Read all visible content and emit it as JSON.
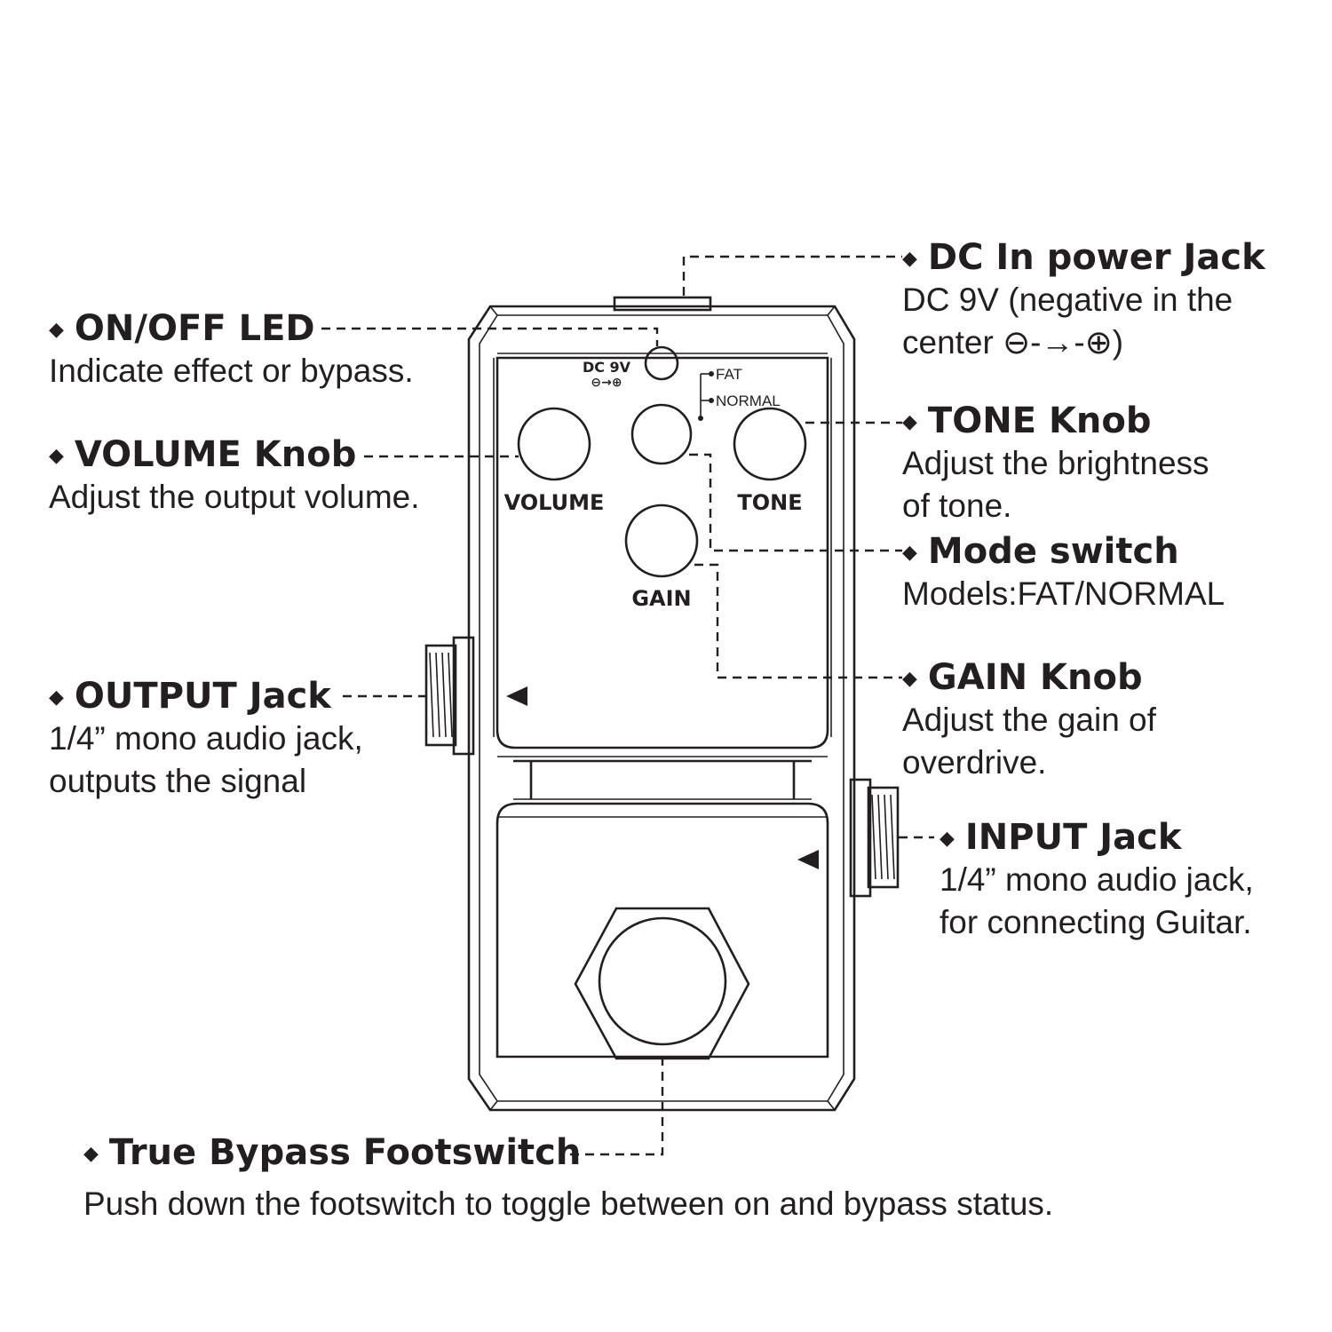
{
  "panel": {
    "dc_label": "DC 9V",
    "dc_polarity": "⊖→⊕",
    "fat_label": "FAT",
    "normal_label": "NORMAL",
    "volume_label": "VOLUME",
    "tone_label": "TONE",
    "gain_label": "GAIN"
  },
  "callouts": {
    "dc_in": {
      "bullet": "◆",
      "title": "DC In power Jack",
      "lines": [
        "DC 9V (negative in the",
        "center ⊖-→-⊕)"
      ]
    },
    "on_off_led": {
      "bullet": "◆",
      "title": "ON/OFF LED",
      "lines": [
        "Indicate effect or bypass."
      ]
    },
    "volume_knob": {
      "bullet": "◆",
      "title": "VOLUME Knob",
      "lines": [
        "Adjust the output volume."
      ]
    },
    "tone_knob": {
      "bullet": "◆",
      "title": "TONE Knob",
      "lines": [
        "Adjust the brightness",
        "of tone."
      ]
    },
    "mode_switch": {
      "bullet": "◆",
      "title": "Mode switch",
      "lines": [
        "Models:FAT/NORMAL"
      ]
    },
    "gain_knob": {
      "bullet": "◆",
      "title": "GAIN Knob",
      "lines": [
        "Adjust the gain of",
        "overdrive."
      ]
    },
    "output_jack": {
      "bullet": "◆",
      "title": "OUTPUT Jack",
      "lines": [
        "1/4” mono audio jack,",
        "outputs the signal"
      ]
    },
    "input_jack": {
      "bullet": "◆",
      "title": "INPUT Jack",
      "lines": [
        "1/4” mono audio jack,",
        "for connecting Guitar."
      ]
    },
    "footswitch": {
      "bullet": "◆",
      "title": "True Bypass Footswitch",
      "lines": [
        "Push down the footswitch to toggle between on and bypass status."
      ]
    }
  }
}
